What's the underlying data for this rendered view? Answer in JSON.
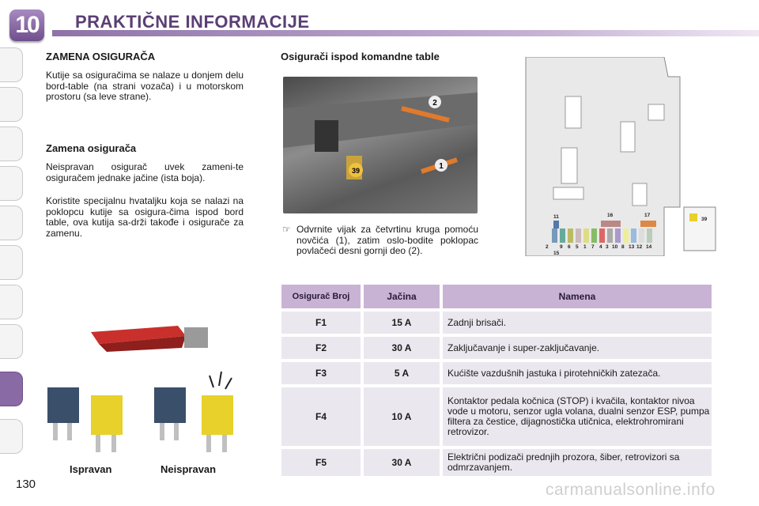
{
  "header": {
    "chapter": "10",
    "title": "PRAKTIČNE INFORMACIJE"
  },
  "left": {
    "title": "ZAMENA OSIGURAČA",
    "intro": "Kutije sa osiguračima se nalaze u donjem delu bord-table (na strani vozača) i u motorskom prostoru (sa leve strane).",
    "subtitle": "Zamena osigurača",
    "p1": "Neispravan osigurač uvek zameni-te osiguračem jednake jačine (ista boja).",
    "p2": "Koristite specijalnu hvataljku koja se nalazi na poklopcu kutije sa osigura-čima ispod bord table, ova kutija sa-drži takođe i osigurače za zamenu.",
    "caption_good": "Ispravan",
    "caption_bad": "Neispravan"
  },
  "middle": {
    "title": "Osigurači ispod komandne table",
    "bullet": "Odvrnite vijak za četvrtinu kruga pomoću novčića (1), zatim oslo-bodite poklopac povlačeći desni gornji deo (2).",
    "labels": [
      "1",
      "2",
      "39"
    ]
  },
  "fusebox": {
    "top_numbers": [
      "11",
      "16",
      "17",
      "39"
    ],
    "bottom_numbers": [
      "2",
      "9",
      "6",
      "5",
      "1",
      "7",
      "4",
      "3",
      "10",
      "8",
      "13",
      "12",
      "14"
    ],
    "bottom_extra": "15"
  },
  "table": {
    "headers": [
      "Osigurač Broj",
      "Jačina",
      "Namena"
    ],
    "rows": [
      {
        "num": "F1",
        "amp": "15 A",
        "desc": "Zadnji brisači."
      },
      {
        "num": "F2",
        "amp": "30 A",
        "desc": "Zaključavanje i super-zaključavanje."
      },
      {
        "num": "F3",
        "amp": "5 A",
        "desc": "Kućište vazdušnih jastuka i pirotehničkih zatezača."
      },
      {
        "num": "F4",
        "amp": "10 A",
        "desc": "Kontaktor pedala kočnica (STOP) i kvačila, kontaktor nivoa vode u motoru, senzor ugla volana, dualni senzor ESP, pumpa filtera za čestice, dijagnostička utičnica, elektrohromirani retrovizor."
      },
      {
        "num": "F5",
        "amp": "30 A",
        "desc": "Električni podizači prednjih prozora, šiber, retrovizori sa odmrzavanjem."
      }
    ]
  },
  "page_number": "130",
  "watermark": "carmanualsonline.info"
}
